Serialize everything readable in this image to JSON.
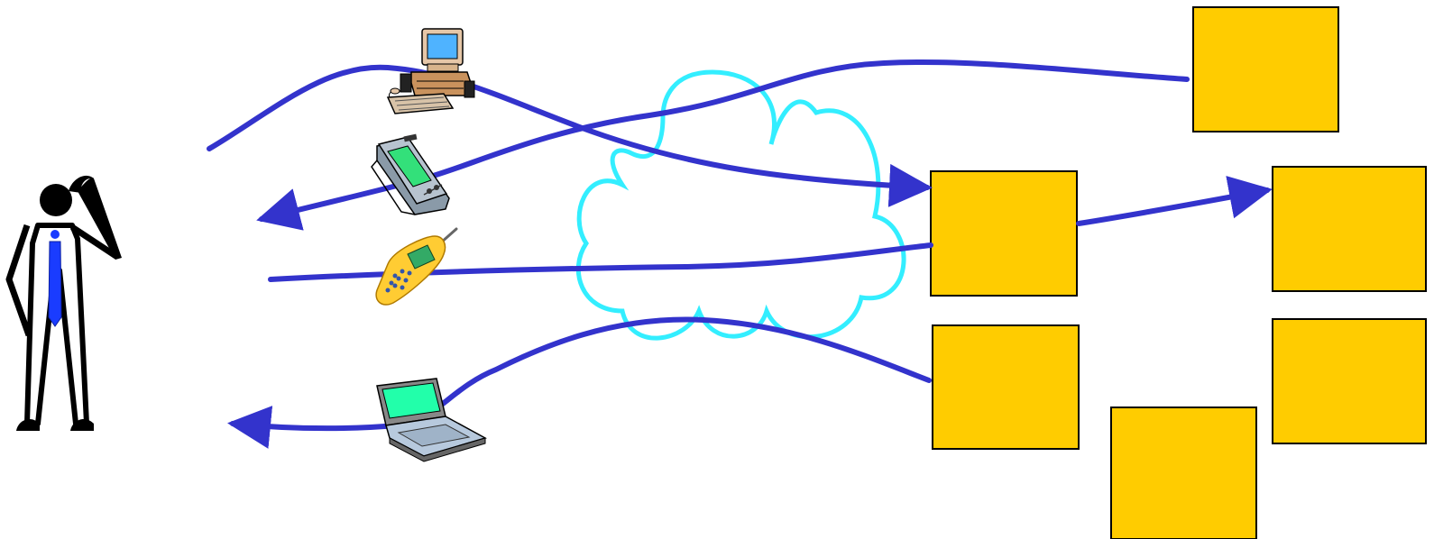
{
  "diagram": {
    "colors": {
      "background": "#ffffff",
      "arrow": "#3333cc",
      "cloud_outline": "#33eeff",
      "server_fill": "#ffcc00",
      "server_border": "#000000",
      "person": "#000000",
      "tie": "#1a3cff"
    },
    "icons": [
      "person-icon",
      "desktop-computer-icon",
      "pda-icon",
      "mobile-phone-icon",
      "laptop-icon",
      "network-cloud-icon"
    ],
    "boxes": [
      "server-box-top-right",
      "server-box-center",
      "server-box-right-middle",
      "server-box-lower-center",
      "server-box-right-lower",
      "server-box-bottom"
    ]
  }
}
